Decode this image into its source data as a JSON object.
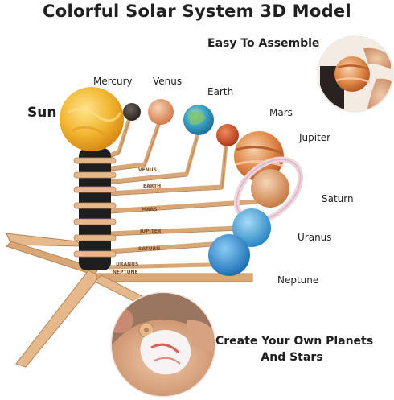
{
  "title": "Colorful Solar System 3D Model",
  "labels": {
    "sun": "Sun",
    "mercury": "Mercury",
    "venus": "Venus",
    "earth": "Earth",
    "mars": "Mars",
    "jupiter": "Jupiter",
    "saturn": "Saturn",
    "uranus": "Uranus",
    "neptune": "Neptune"
  },
  "features": {
    "assemble": "Easy To Assemble",
    "create_line1": "Create Your Own Planets",
    "create_line2": "And Stars"
  },
  "arm_engravings": [
    "VENUS",
    "EARTH",
    "MARS",
    "JUPITER",
    "SATURN",
    "URANUS",
    "NEPTUNE"
  ],
  "colors": {
    "wood": "#e6b98c",
    "wood_dark": "#c89064",
    "foam": "#1e1e1e",
    "sun": "#f2b632",
    "mercury": "#3a3330",
    "venus": "#e8a070",
    "earth": "#3fa4c8",
    "mars": "#d2502a",
    "jupiter": "#e08a4a",
    "saturn": "#e0a070",
    "uranus": "#4aa8dc",
    "neptune": "#2f8ed6"
  }
}
